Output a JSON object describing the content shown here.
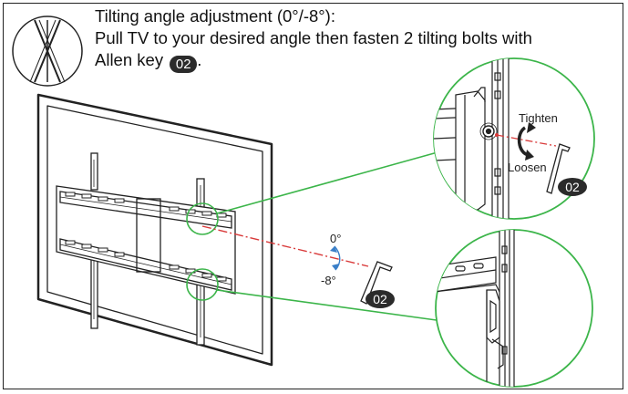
{
  "instruction": {
    "title": "Tilting angle adjustment (0°/-8°):",
    "line2": "Pull TV to your desired angle then fasten 2 tilting bolts with",
    "line3": "Allen key",
    "trailing": "."
  },
  "part_label": "02",
  "angle": {
    "top": "0°",
    "bottom": "-8°"
  },
  "detail": {
    "tighten": "Tighten",
    "loosen": "Loosen"
  },
  "colors": {
    "callout": "#3cb54a",
    "axis": "#d93a3a",
    "angle_arrow": "#3a7fc8",
    "ink": "#222222"
  }
}
